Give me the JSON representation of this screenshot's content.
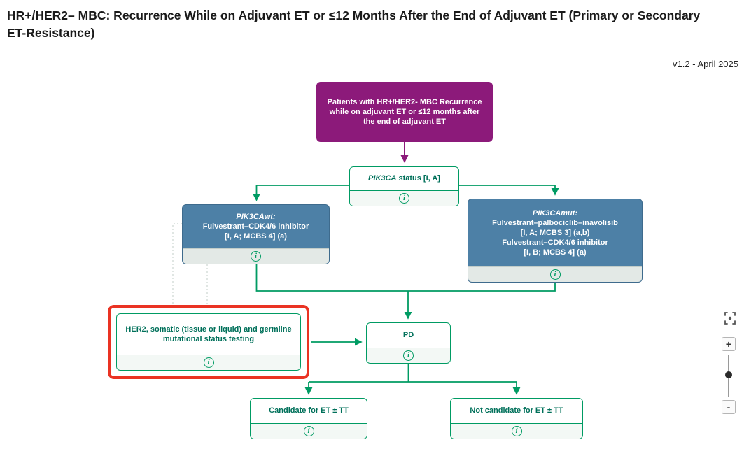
{
  "header": {
    "title": "HR+/HER2– MBC: Recurrence While on Adjuvant ET or ≤12 Months After the End of Adjuvant ET (Primary or Secondary ET-Resistance)",
    "version": "v1.2 - April 2025"
  },
  "flowchart": {
    "root": {
      "text": "Patients with HR+/HER2- MBC Recurrence while on adjuvant ET or ≤12 months after the end of adjuvant ET"
    },
    "pik3ca_status": {
      "gene": "PIK3CA",
      "rest": " status [I, A]"
    },
    "pik3ca_wt": {
      "gene": "PIK3CA",
      "suffix": "wt:",
      "line2": "Fulvestrant–CDK4/6 inhibitor",
      "line3": "[I, A; MCBS 4] (a)"
    },
    "pik3ca_mut": {
      "gene": "PIK3CA",
      "suffix": "mut:",
      "line2": "Fulvestrant–palbociclib–inavolisib",
      "line3": "[I, A; MCBS 3] (a,b)",
      "line4": "Fulvestrant–CDK4/6 inhibitor",
      "line5": "[I, B; MCBS 4] (a)"
    },
    "her2_testing": {
      "text": "HER2, somatic (tissue or liquid) and germline mutational status testing"
    },
    "pd": {
      "text": "PD"
    },
    "candidate": {
      "text": "Candidate for ET ± TT"
    },
    "not_candidate": {
      "text": "Not candidate for ET ± TT"
    },
    "info_glyph": "i"
  },
  "controls": {
    "zoom_in": "+",
    "zoom_out": "-"
  },
  "colors": {
    "purple": "#8C1A7A",
    "green": "#009B63",
    "green_text": "#00705A",
    "blue": "#4D80A6",
    "red_highlight": "#EA3323",
    "strip_light": "#F3F8F5",
    "strip_blue": "#E3E9E6"
  }
}
